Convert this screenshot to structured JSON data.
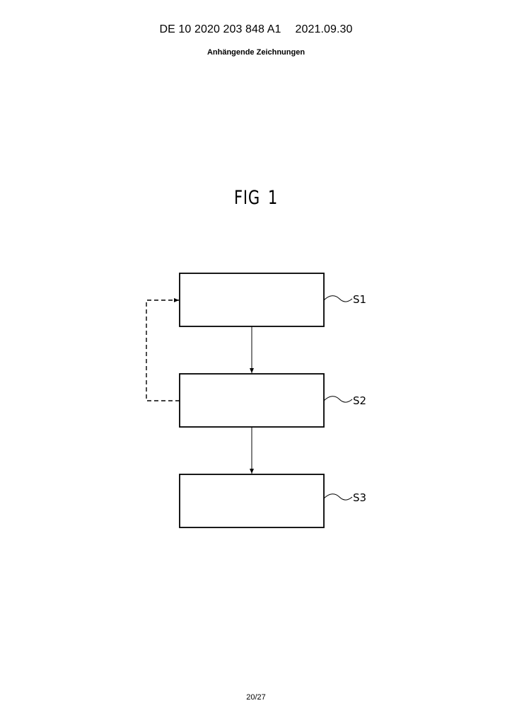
{
  "header": {
    "publication_number": "DE 10 2020 203 848 A1",
    "publication_date": "2021.09.30",
    "subheading": "Anhängende Zeichnungen"
  },
  "figure": {
    "label": "FIG",
    "number": "1",
    "steps": [
      {
        "id": "S1",
        "label": "S1"
      },
      {
        "id": "S2",
        "label": "S2"
      },
      {
        "id": "S3",
        "label": "S3"
      }
    ]
  },
  "footer": {
    "page_number": "20/27"
  }
}
